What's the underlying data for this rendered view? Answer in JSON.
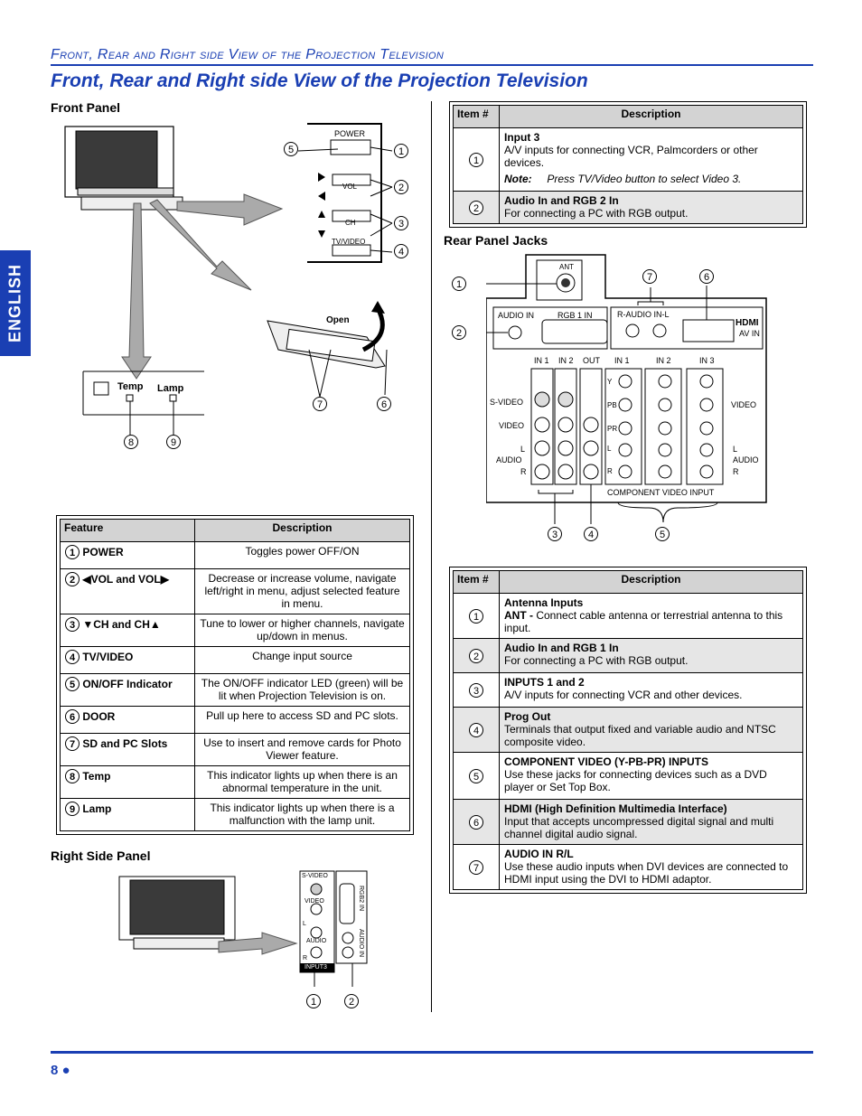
{
  "header": {
    "small_title": "Front, Rear and Right side View of the Projection Television",
    "big_title": "Front, Rear and Right side View of the Projection Television"
  },
  "side_tab": "ENGLISH",
  "sections": {
    "front_panel": "Front Panel",
    "rear_panel": "Rear Panel Jacks",
    "right_side_panel": "Right Side Panel"
  },
  "front_diagram": {
    "power": "POWER",
    "vol": "VOL",
    "ch": "CH",
    "tvvideo": "TV/VIDEO",
    "open": "Open",
    "temp": "Temp",
    "lamp": "Lamp",
    "callouts": [
      "5",
      "1",
      "2",
      "3",
      "4",
      "7",
      "6",
      "8",
      "9"
    ]
  },
  "feature_table": {
    "col_feature": "Feature",
    "col_description": "Description",
    "rows": [
      {
        "num": "1",
        "feature": "POWER",
        "desc": "Toggles power OFF/ON"
      },
      {
        "num": "2",
        "feature": "◀VOL and VOL▶",
        "desc": "Decrease or increase volume, navigate left/right in menu, adjust selected feature in menu."
      },
      {
        "num": "3",
        "feature": "▼CH and CH▲",
        "desc": "Tune to lower or higher channels, navigate up/down in menus."
      },
      {
        "num": "4",
        "feature": "TV/VIDEO",
        "desc": "Change input source"
      },
      {
        "num": "5",
        "feature": "ON/OFF Indicator",
        "desc": "The ON/OFF indicator LED (green) will be lit when Projection Television is on."
      },
      {
        "num": "6",
        "feature": "DOOR",
        "desc": "Pull up here to access SD and PC slots."
      },
      {
        "num": "7",
        "feature": "SD and PC Slots",
        "desc": "Use to insert and remove cards for Photo Viewer feature."
      },
      {
        "num": "8",
        "feature": "Temp",
        "desc": "This indicator lights up when there is an abnormal temperature in the unit."
      },
      {
        "num": "9",
        "feature": "Lamp",
        "desc": "This indicator lights up when there is a malfunction with the lamp unit."
      }
    ]
  },
  "side_table": {
    "col_item": "Item #",
    "col_description": "Description",
    "rows": [
      {
        "num": "1",
        "title": "Input 3",
        "body": "A/V inputs for connecting VCR, Palmcorders or other devices.",
        "note_label": "Note:",
        "note": "Press TV/Video button to select Video 3."
      },
      {
        "num": "2",
        "title": "Audio In and RGB 2 In",
        "body": "For connecting a PC with RGB output."
      }
    ]
  },
  "rear_diagram": {
    "ant": "ANT",
    "audio_in": "AUDIO IN",
    "rgb1": "RGB 1 IN",
    "raudio": "R-AUDIO IN-L",
    "hdmi": "HDMI",
    "av_in": "AV IN",
    "in1": "IN 1",
    "in2": "IN 2",
    "out": "OUT",
    "cin1": "IN 1",
    "cin2": "IN 2",
    "cin3": "IN 3",
    "svideo": "S-VIDEO",
    "video": "VIDEO",
    "video_r": "VIDEO",
    "audio_l": "L",
    "audio": "AUDIO",
    "audio_r": "R",
    "y": "Y",
    "pb": "PB",
    "pr": "PR",
    "l": "L",
    "r": "R",
    "component": "COMPONENT VIDEO INPUT",
    "callouts": [
      "1",
      "2",
      "7",
      "6",
      "3",
      "4",
      "5"
    ]
  },
  "rear_table": {
    "col_item": "Item #",
    "col_description": "Description",
    "rows": [
      {
        "num": "1",
        "title": "Antenna Inputs",
        "bold_lead": "ANT -",
        "body": " Connect cable antenna or terrestrial antenna to this input."
      },
      {
        "num": "2",
        "title": "Audio In and RGB 1 In",
        "body": "For connecting a PC with RGB output."
      },
      {
        "num": "3",
        "title": "INPUTS 1 and 2",
        "body": "A/V inputs for connecting VCR and other devices."
      },
      {
        "num": "4",
        "title": "Prog Out",
        "body": "Terminals that output fixed and variable audio and NTSC composite video."
      },
      {
        "num": "5",
        "title": "COMPONENT VIDEO (Y-PB-PR) INPUTS",
        "body": "Use these jacks for connecting devices such as a DVD player or Set Top Box."
      },
      {
        "num": "6",
        "title": "HDMI (High Definition Multimedia Interface)",
        "body": "Input that accepts uncompressed digital signal and multi channel digital audio signal."
      },
      {
        "num": "7",
        "title": "AUDIO IN R/L",
        "body": "Use these audio inputs when DVI devices are connected to HDMI input using the DVI to HDMI adaptor."
      }
    ]
  },
  "right_side_diagram": {
    "svideo": "S-VIDEO",
    "video": "VIDEO",
    "l": "L",
    "audio": "AUDIO",
    "r": "R",
    "input3": "INPUT3",
    "rgb2": "RGB2 IN",
    "audio_in": "AUDIO IN",
    "callouts": [
      "1",
      "2"
    ]
  },
  "footer": {
    "page": "8 ●"
  }
}
